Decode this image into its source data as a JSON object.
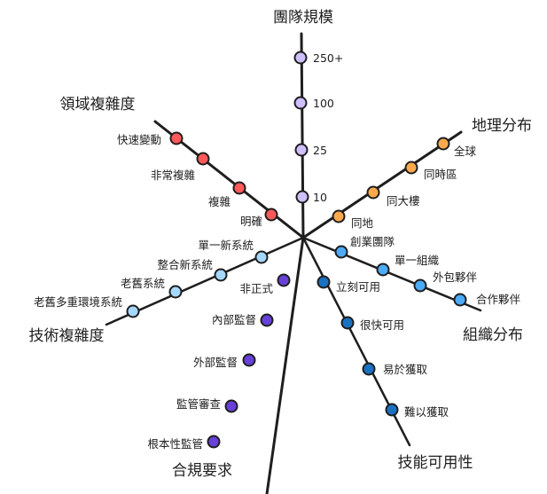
{
  "axes": [
    {
      "id": "team-size",
      "title": "團隊規模",
      "color": "#d0bfff",
      "levels": [
        "10",
        "25",
        "100",
        "250+"
      ]
    },
    {
      "id": "domain-complexity",
      "title": "領域複雜度",
      "color": "#ff5a5a",
      "levels": [
        "明確",
        "複雜",
        "非常複雜",
        "快速變動"
      ]
    },
    {
      "id": "technical-complexity",
      "title": "技術複雜度",
      "color": "#a5d8ff",
      "levels": [
        "單一新系統",
        "整合新系統",
        "老舊系統",
        "老舊多重環境系統"
      ]
    },
    {
      "id": "compliance",
      "title": "合規要求",
      "color": "#6741d9",
      "levels": [
        "非正式",
        "內部監督",
        "外部監督",
        "監管審查",
        "根本性監管"
      ]
    },
    {
      "id": "skill-availability",
      "title": "技能可用性",
      "color": "#1971c2",
      "levels": [
        "立刻可用",
        "很快可用",
        "易於獲取",
        "難以獲取"
      ]
    },
    {
      "id": "org-distribution",
      "title": "組織分布",
      "color": "#4dabf7",
      "levels": [
        "創業團隊",
        "單一組織",
        "外包夥伴",
        "合作夥伴"
      ]
    },
    {
      "id": "geo-distribution",
      "title": "地理分布",
      "color": "#ffa94d",
      "levels": [
        "同地",
        "同大樓",
        "同時區",
        "全球"
      ]
    }
  ]
}
